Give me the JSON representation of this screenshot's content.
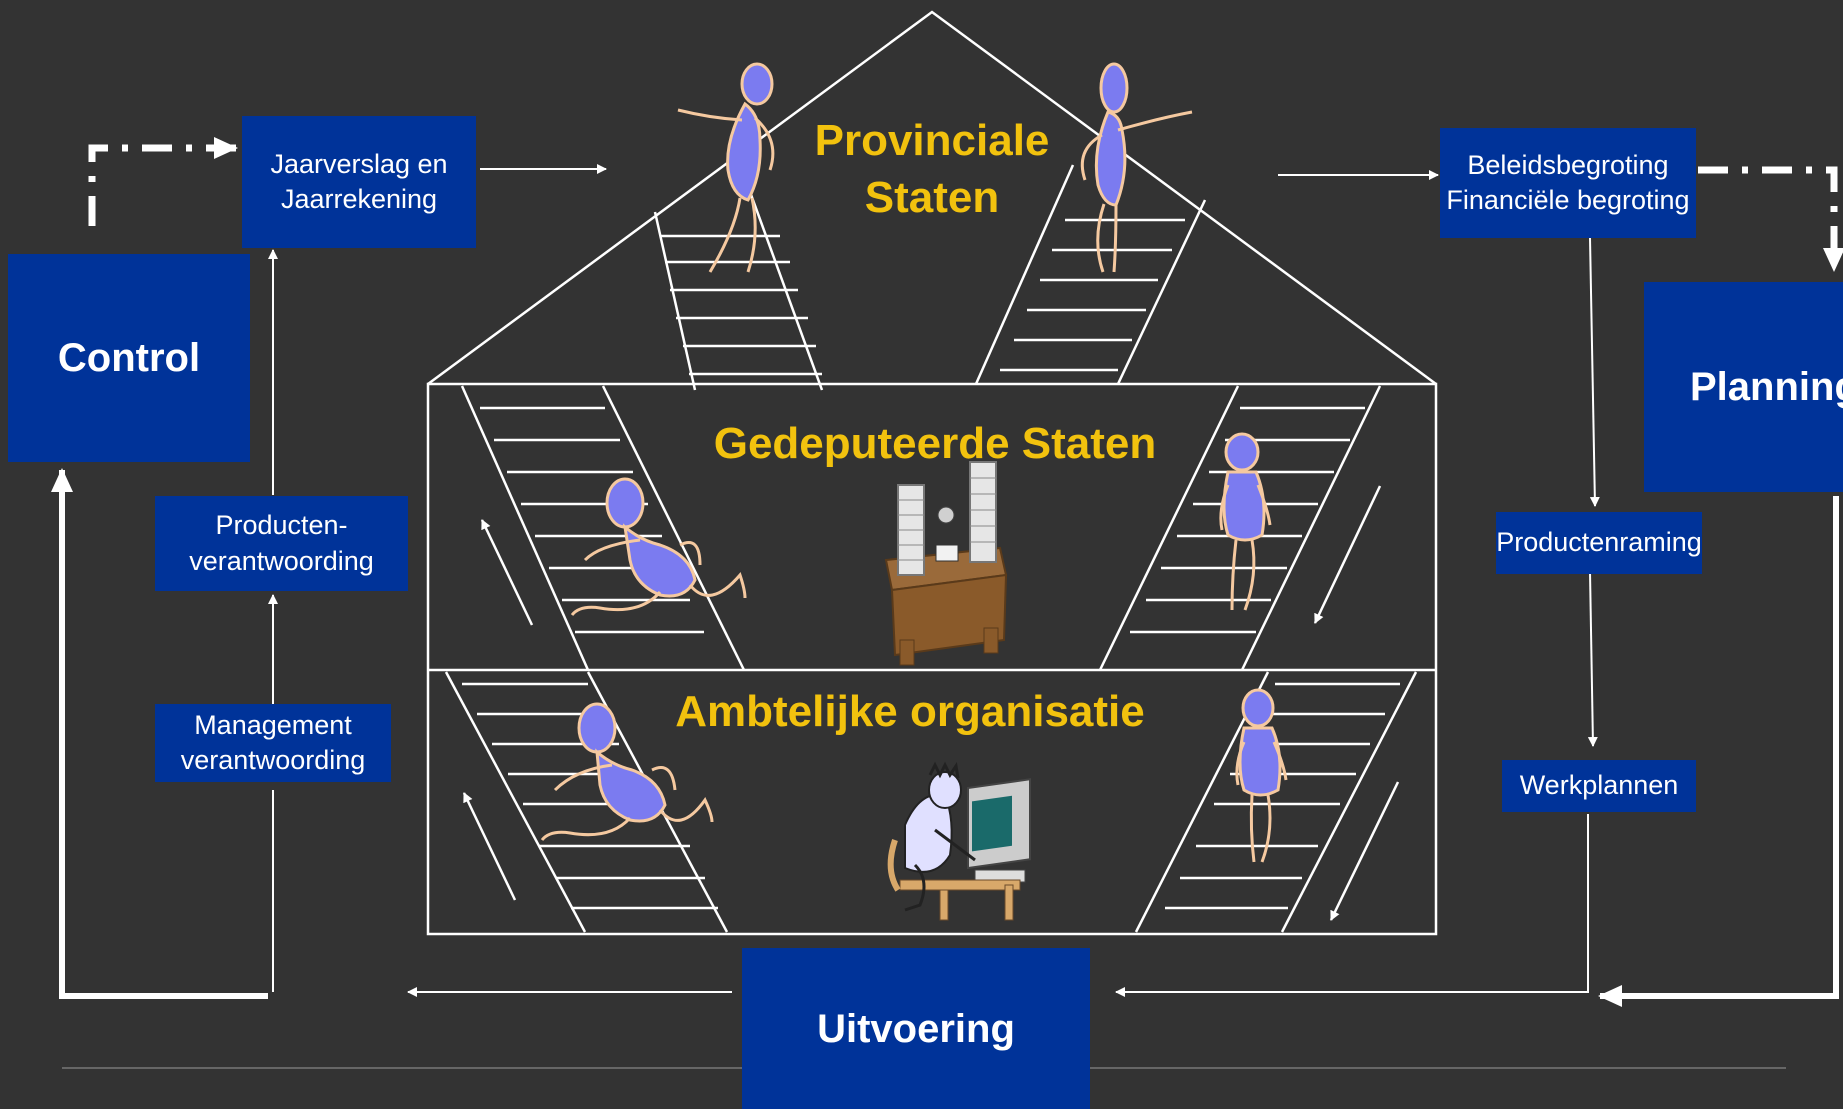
{
  "levels": {
    "top": "Provinciale\nStaten",
    "middle": "Gedeputeerde Staten",
    "bottom": "Ambtelijke organisatie"
  },
  "boxes": {
    "control": "Control",
    "planning": "Planning",
    "uitvoering": "Uitvoering",
    "jaarverslag": "Jaarverslag en\nJaarrekening",
    "producten_verantwoording": "Producten-\nverantwoording",
    "management_verantwoording": "Management\nverantwoording",
    "beleidsbegroting": "Beleidsbegroting\nFinanciële begroting",
    "productenraming": "Productenraming",
    "werkplannen": "Werkplannen"
  },
  "colors": {
    "background": "#333333",
    "box": "#003399",
    "title": "#f2c20e",
    "line": "#ffffff",
    "figure": "#7b7bf0",
    "figure_outline": "#f5c9a0"
  },
  "icons": {
    "figures": "stick-figure-icon",
    "desk": "desk-paper-stacks-icon",
    "computer": "computer-worker-icon"
  }
}
